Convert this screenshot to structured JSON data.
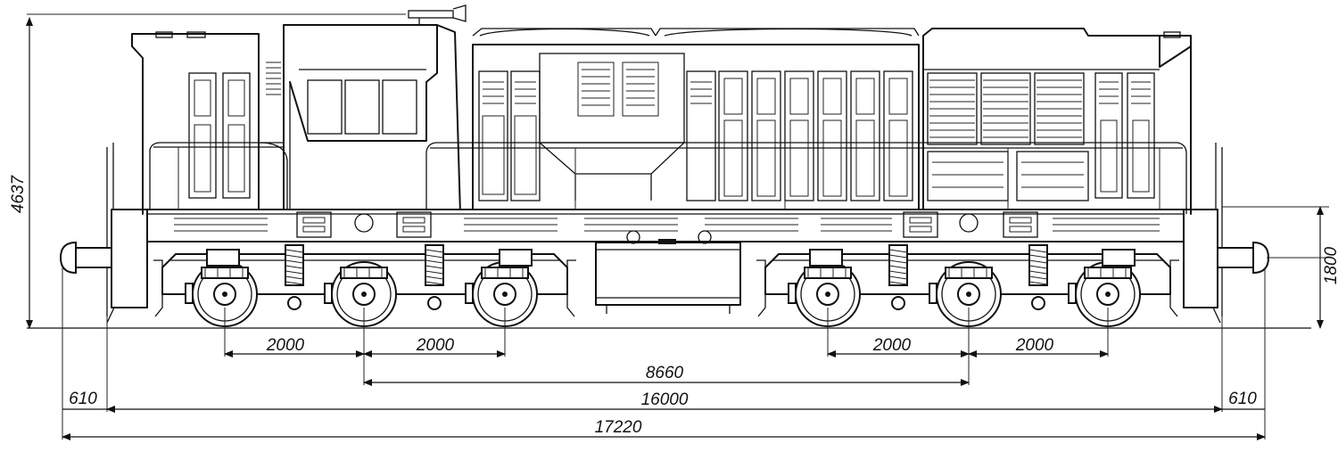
{
  "dimensions": {
    "height_total": "4637",
    "buffer_height": "1800",
    "wheelbase_left_1": "2000",
    "wheelbase_left_2": "2000",
    "wheelbase_right_1": "2000",
    "wheelbase_right_2": "2000",
    "bogie_centers": "8660",
    "over_frame": "16000",
    "overhang_left": "610",
    "overhang_right": "610",
    "over_buffers": "17220"
  }
}
